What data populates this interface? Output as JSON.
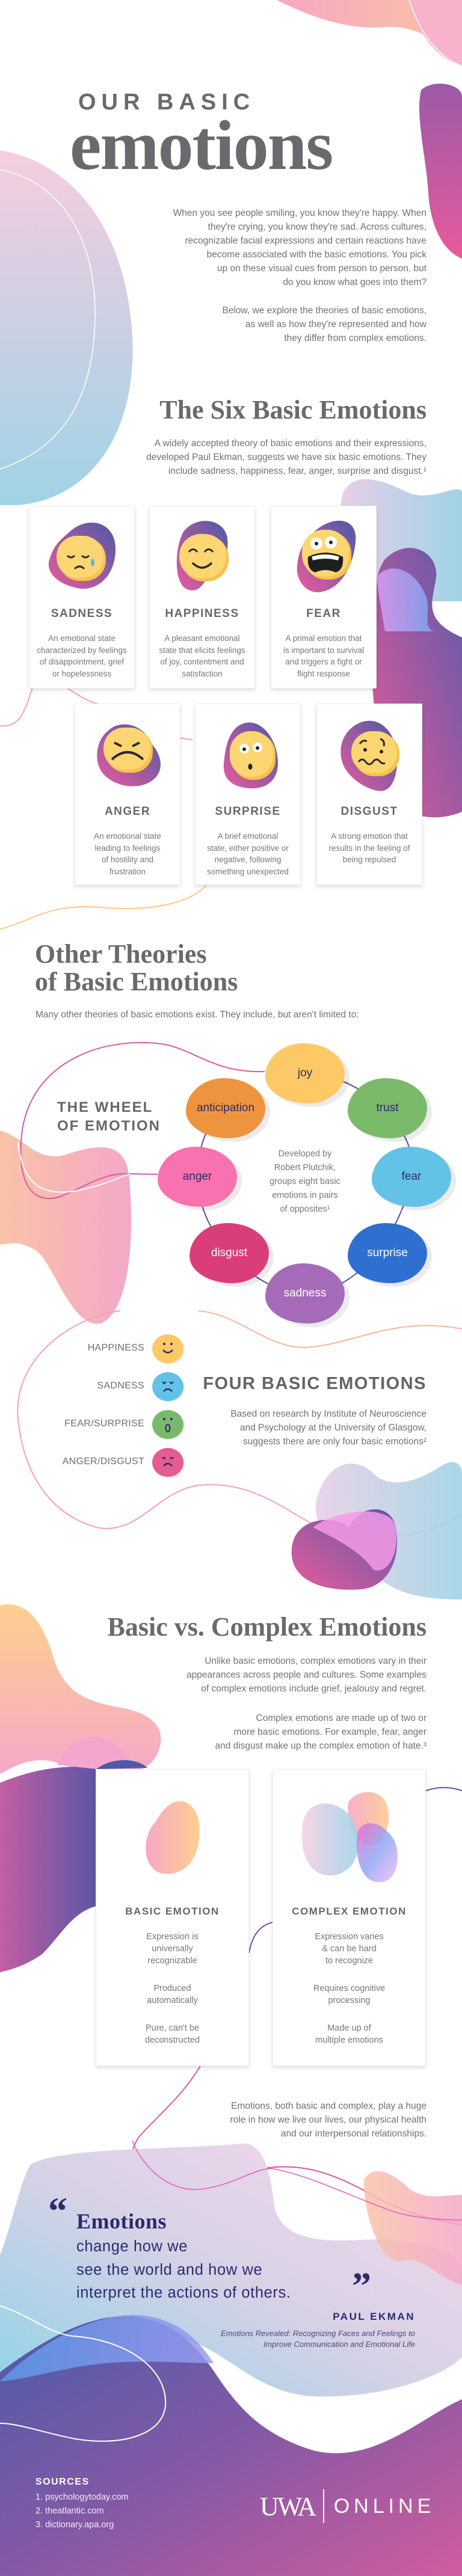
{
  "header": {
    "kicker": "OUR BASIC",
    "title": "emotions",
    "intro_1": "When you see people smiling, you know they're happy. When\nthey're crying, you know they're sad. Across cultures,\nrecognizable facial expressions and certain reactions have\nbecome associated with the basic emotions. You pick\nup on these visual cues from person to person, but\ndo you know what goes into them?",
    "intro_2": "Below, we explore the theories of basic emotions,\nas well as how they're represented and how\nthey differ from complex emotions."
  },
  "six": {
    "heading": "The Six Basic Emotions",
    "text": "A widely accepted theory of basic emotions and their expressions,\ndeveloped Paul Ekman, suggests we have six basic emotions. They\ninclude sadness, happiness, fear, anger, surprise and disgust.¹",
    "cards": [
      {
        "title": "SADNESS",
        "icon": "sad-face-icon",
        "desc": "An emotional state\ncharacterized by feelings\nof disappointment, grief\nor hopelessness"
      },
      {
        "title": "HAPPINESS",
        "icon": "happy-face-icon",
        "desc": "A pleasant emotional\nstate that elicits feelings\nof joy, contentment and\nsatisfaction"
      },
      {
        "title": "FEAR",
        "icon": "fear-face-icon",
        "desc": "A primal emotion that\nis important to survival\nand triggers a fight or\nflight response"
      },
      {
        "title": "ANGER",
        "icon": "angry-face-icon",
        "desc": "An emotional state\nleading to feelings\nof hostility and\nfrustration"
      },
      {
        "title": "SURPRISE",
        "icon": "surprised-face-icon",
        "desc": "A brief emotional\nstate, either positive or\nnegative, following\nsomething unexpected"
      },
      {
        "title": "DISGUST",
        "icon": "disgusted-face-icon",
        "desc": "A strong emotion that\nresults in the feeling of\nbeing repulsed"
      }
    ]
  },
  "other": {
    "heading_1": "Other Theories",
    "heading_2": "of Basic Emotions",
    "text": "Many other theories of basic emotions exist. They include, but aren't limited to:",
    "wheel": {
      "title": "THE WHEEL\nOF EMOTION",
      "note": "Developed by\nRobert Plutchik,\ngroups eight basic\nemotions in pairs\nof opposites¹",
      "emotions": [
        {
          "label": "joy",
          "color": "#fdc866"
        },
        {
          "label": "trust",
          "color": "#7bba6b"
        },
        {
          "label": "fear",
          "color": "#63c2e7"
        },
        {
          "label": "surprise",
          "color": "#2f6fd0"
        },
        {
          "label": "sadness",
          "color": "#a56bb8"
        },
        {
          "label": "disgust",
          "color": "#da3e7a"
        },
        {
          "label": "anger",
          "color": "#f872af"
        },
        {
          "label": "anticipation",
          "color": "#ef943e"
        }
      ]
    },
    "four": {
      "title": "FOUR BASIC EMOTIONS",
      "text": "Based on research by Institute of Neuroscience\nand Psychology at the University of Glasgow,\nsuggests there are only four basic emotions²",
      "items": [
        {
          "label": "HAPPINESS",
          "color": "#fdc866",
          "icon": "smile-face-icon"
        },
        {
          "label": "SADNESS",
          "color": "#63c2e7",
          "icon": "sad-face-icon"
        },
        {
          "label": "FEAR/SURPRISE",
          "color": "#79b96b",
          "icon": "shocked-face-icon"
        },
        {
          "label": "ANGER/DISGUST",
          "color": "#e45c91",
          "icon": "angry-face-icon"
        }
      ]
    }
  },
  "compare": {
    "heading": "Basic vs. Complex Emotions",
    "text_1": "Unlike basic emotions, complex emotions vary in their\nappearances across people and cultures. Some examples\nof complex emotions include grief, jealousy and regret.",
    "text_2": "Complex emotions are made up of two or\nmore basic emotions. For example, fear, anger\nand disgust make up the complex emotion of hate.³",
    "basic": {
      "title": "BASIC EMOTION",
      "items": [
        "Expression is\nuniversally\nrecognizable",
        "Produced\nautomatically",
        "Pure, can't be\ndeconstructed"
      ]
    },
    "complex": {
      "title": "COMPLEX EMOTION",
      "items": [
        "Expression varies\n& can be hard\nto recognize",
        "Requires cognitive\nprocessing",
        "Made up of\nmultiple emotions"
      ]
    },
    "closing": "Emotions, both basic and complex, play a huge\nrole in how we live our lives, our physical health\nand our interpersonal relationships."
  },
  "quote": {
    "lead": "Emotions",
    "body": "change how we\nsee the world and how we\ninterpret the actions of others.",
    "open_mark": "“",
    "close_mark": "”",
    "author": "PAUL EKMAN",
    "source": "Emotions Revealed: Recognizing Faces and Feelings to\nImprove Communication and Emotional Life"
  },
  "footer": {
    "sources_title": "SOURCES",
    "sources": [
      "1. psychologytoday.com",
      "2. theatlantic.com",
      "3. dictionary.apa.org"
    ],
    "logo_mark": "UWA",
    "logo_text": "ONLINE"
  },
  "colors": {
    "text": "#6d6e72",
    "navy": "#2d2a6e",
    "pink": "#e85a9c",
    "indigo": "#4c5aa8",
    "face_yellow": "#fcd672"
  }
}
